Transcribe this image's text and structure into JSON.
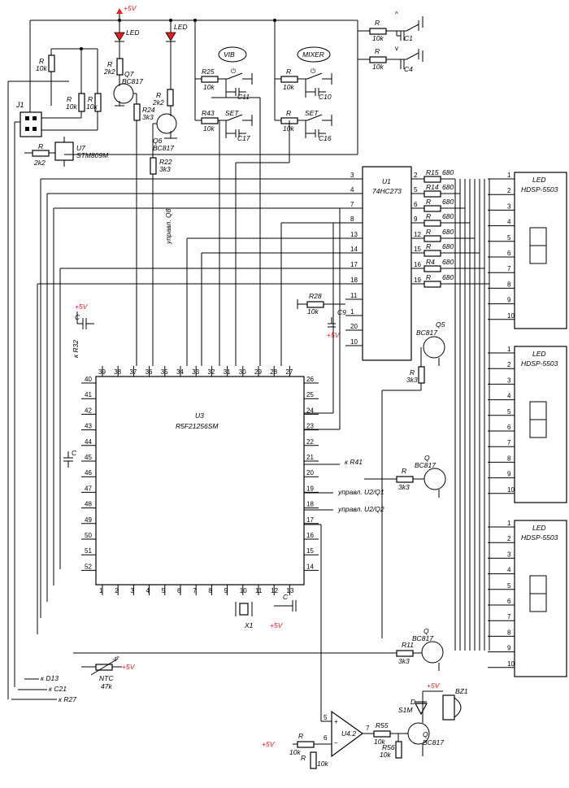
{
  "supply": {
    "plus5v": "+5V"
  },
  "u3": {
    "ref": "U3",
    "part": "R5F21256SM",
    "pins_top": [
      "39",
      "38",
      "37",
      "36",
      "35",
      "34",
      "33",
      "32",
      "31",
      "30",
      "29",
      "28",
      "27"
    ],
    "pins_bottom": [
      "1",
      "2",
      "3",
      "4",
      "5",
      "6",
      "7",
      "8",
      "9",
      "10",
      "11",
      "12",
      "13"
    ],
    "pins_left": [
      "40",
      "41",
      "42",
      "43",
      "44",
      "45",
      "46",
      "47",
      "48",
      "49",
      "50",
      "51",
      "52"
    ],
    "pins_right": [
      "26",
      "25",
      "24",
      "23",
      "22",
      "21",
      "20",
      "19",
      "18",
      "17",
      "16",
      "15",
      "14"
    ]
  },
  "u1": {
    "ref": "U1",
    "part": "74HC273",
    "pins_left": [
      "3",
      "4",
      "7",
      "8",
      "13",
      "14",
      "17",
      "18",
      "11",
      "1",
      "20",
      "10"
    ],
    "pins_right": [
      "2",
      "5",
      "6",
      "9",
      "12",
      "15",
      "16",
      "19"
    ]
  },
  "u7": {
    "ref": "U7",
    "part": "STM809M"
  },
  "u4": {
    "ref": "U4.2",
    "plus": "+",
    "minus": "−",
    "pin_plus": "5",
    "pin_minus": "6",
    "pin_out": "7"
  },
  "j1": {
    "ref": "J1"
  },
  "displays": [
    {
      "type": "LED",
      "part": "HDSP-5503"
    },
    {
      "type": "LED",
      "part": "HDSP-5503"
    },
    {
      "type": "LED",
      "part": "HDSP-5503"
    }
  ],
  "display_pins": [
    "1",
    "2",
    "3",
    "4",
    "5",
    "6",
    "7",
    "8",
    "9",
    "10"
  ],
  "seg_resistors": [
    {
      "ref": "R15",
      "value": "680"
    },
    {
      "ref": "R14",
      "value": "680"
    },
    {
      "ref": "R",
      "value": "680"
    },
    {
      "ref": "R",
      "value": "680"
    },
    {
      "ref": "R",
      "value": "680"
    },
    {
      "ref": "R",
      "value": "680"
    },
    {
      "ref": "R4",
      "value": "680"
    },
    {
      "ref": "R",
      "value": "680"
    }
  ],
  "leds": [
    {
      "label": "LED"
    },
    {
      "label": "LED"
    }
  ],
  "transistors": {
    "q7": {
      "ref": "Q7",
      "part": "BC817"
    },
    "q6": {
      "ref": "Q6",
      "part": "BC817"
    },
    "q5": {
      "ref": "Q5",
      "part": "BC817"
    },
    "q_mid": {
      "ref": "Q",
      "part": "BC817"
    },
    "q_low": {
      "ref": "Q",
      "part": "BC817"
    },
    "q_buz": {
      "ref": "Q",
      "part": "BC817"
    }
  },
  "resistors": {
    "r_j1a": {
      "ref": "R",
      "value": "10k"
    },
    "r_j1b": {
      "ref": "R",
      "value": "10k"
    },
    "r_j1c": {
      "ref": "R",
      "value": "10k"
    },
    "r_u7": {
      "ref": "R",
      "value": "2k2"
    },
    "r_q7": {
      "ref": "R",
      "value": "2k2"
    },
    "r24": {
      "ref": "R24",
      "value": "3k3"
    },
    "r_q6": {
      "ref": "R",
      "value": "2k2"
    },
    "r22": {
      "ref": "R22",
      "value": "3k3"
    },
    "r25": {
      "ref": "R25",
      "value": "10k"
    },
    "r43": {
      "ref": "R43",
      "value": "10k"
    },
    "r_mix": {
      "ref": "R",
      "value": "10k"
    },
    "r_set": {
      "ref": "R",
      "value": "10k"
    },
    "r_c1": {
      "ref": "R",
      "value": "10k"
    },
    "r_c4": {
      "ref": "R",
      "value": "10k"
    },
    "r28": {
      "ref": "R28",
      "value": "10k"
    },
    "r_q5": {
      "ref": "R",
      "value": "3k3"
    },
    "r_qm": {
      "ref": "R",
      "value": "3k3"
    },
    "r11": {
      "ref": "R11",
      "value": "3k3"
    },
    "r55": {
      "ref": "R55",
      "value": "10k"
    },
    "r56": {
      "ref": "R56",
      "value": "10k"
    },
    "r_opa": {
      "ref": "R",
      "value": "10k"
    },
    "r_opb": {
      "ref": "R",
      "value": "10k"
    }
  },
  "caps": {
    "c1": "C1",
    "c4": "C4",
    "c11": "C11",
    "c10": "C10",
    "c17": "C17",
    "c16": "C16",
    "c9": "C9",
    "c_top": "C",
    "c_left": "C",
    "c_bot": "C"
  },
  "switches": {
    "vib": "VIB",
    "mixer": "MIXER",
    "set1": "SET",
    "set2": "SET",
    "arrow_up": "^",
    "arrow_down": "v",
    "power_symbol": "⏻"
  },
  "crystal": "X1",
  "ntc": {
    "ref": "NTC",
    "value": "47k",
    "theta": "-t°"
  },
  "diode": {
    "ref": "D",
    "part": "S1M"
  },
  "buzzer": "BZ1",
  "notes": {
    "upr_q8": "управл. Q8",
    "k_r32": "к R32",
    "k_r41": "к R41",
    "upr_u2q1": "управл. U2/Q1",
    "upr_u2q2": "управл. U2/Q2",
    "k_d13": "к D13",
    "k_c21": "к C21",
    "k_r27": "к R27"
  }
}
